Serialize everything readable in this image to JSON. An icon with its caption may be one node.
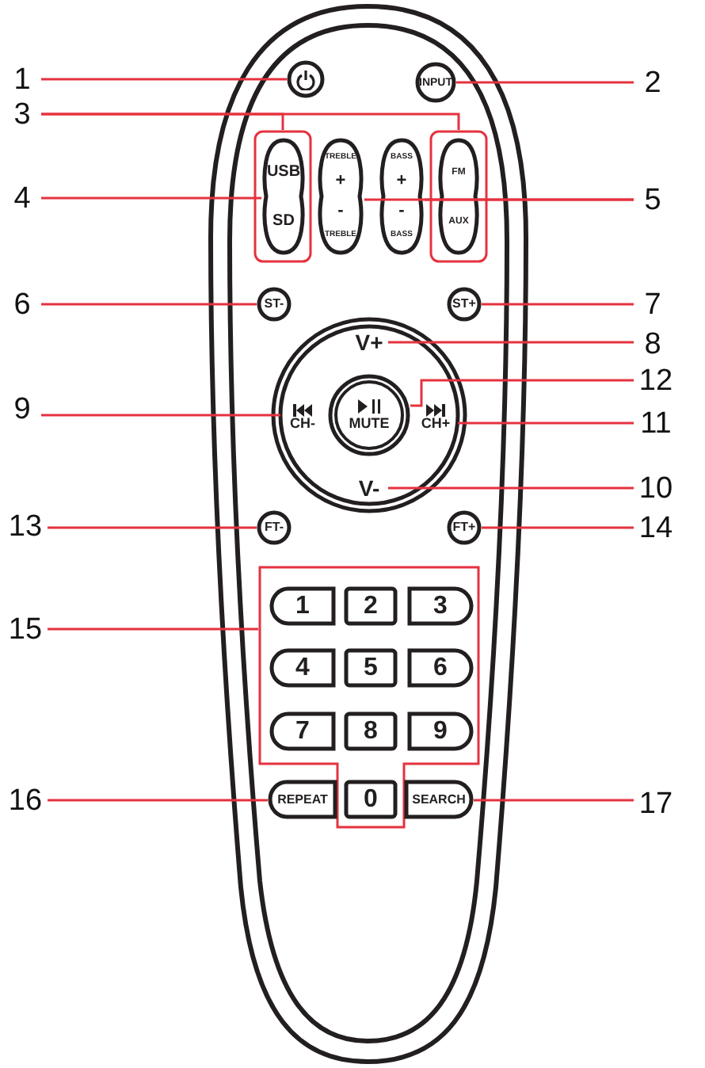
{
  "diagram": {
    "nodes": [
      {
        "text": [
          "1"
        ]
      },
      {
        "text": [],
        "shape": "circle"
      },
      {
        "text": [
          "2"
        ]
      },
      {
        "text": [
          "INPUT"
        ]
      },
      {
        "text": [
          "3"
        ]
      },
      {
        "text": [],
        "shape": "box"
      },
      {
        "text": [],
        "shape": "box"
      },
      {
        "text": [
          "4"
        ]
      },
      {
        "text": [
          "USB",
          "SD"
        ],
        "in": 5
      },
      {
        "text": [
          "TREBLE",
          "+",
          "-",
          "TREBLE"
        ]
      },
      {
        "text": [
          "BASS",
          "+",
          "-",
          "BASS"
        ]
      },
      {
        "text": [
          "FM",
          "AUX"
        ],
        "in": 6
      },
      {
        "text": [
          "5"
        ]
      },
      {
        "text": [
          "6"
        ]
      },
      {
        "text": [
          "ST-"
        ]
      },
      {
        "text": [
          "7"
        ]
      },
      {
        "text": [
          "ST+"
        ]
      },
      {
        "text": [],
        "shape": "circle"
      },
      {
        "text": [
          "V+"
        ],
        "in": 17
      },
      {
        "text": [
          "CH-"
        ],
        "in": 17
      },
      {
        "text": [
          "MUTE"
        ],
        "in": 17
      },
      {
        "text": [
          "CH+"
        ],
        "in": 17
      },
      {
        "text": [
          "V-"
        ],
        "in": 17
      },
      {
        "text": [
          "8"
        ]
      },
      {
        "text": [
          "9"
        ]
      },
      {
        "text": [
          "12"
        ]
      },
      {
        "text": [
          "11"
        ]
      },
      {
        "text": [
          "10"
        ]
      },
      {
        "text": [
          "13"
        ]
      },
      {
        "text": [
          "FT-"
        ]
      },
      {
        "text": [
          "14"
        ]
      },
      {
        "text": [
          "FT+"
        ]
      },
      {
        "text": [
          "15"
        ]
      },
      {
        "text": [],
        "shape": "box"
      },
      {
        "text": [
          "1"
        ],
        "in": 33
      },
      {
        "text": [
          "2"
        ],
        "in": 33
      },
      {
        "text": [
          "3"
        ],
        "in": 33
      },
      {
        "text": [
          "4"
        ],
        "in": 33
      },
      {
        "text": [
          "5"
        ],
        "in": 33
      },
      {
        "text": [
          "6"
        ],
        "in": 33
      },
      {
        "text": [
          "7"
        ],
        "in": 33
      },
      {
        "text": [
          "8"
        ],
        "in": 33
      },
      {
        "text": [
          "9"
        ],
        "in": 33
      },
      {
        "text": [
          "0"
        ],
        "in": 33
      },
      {
        "text": [
          "16"
        ]
      },
      {
        "text": [
          "REPEAT"
        ]
      },
      {
        "text": [
          "17"
        ]
      },
      {
        "text": [
          "SEARCH"
        ]
      }
    ],
    "edges": [
      {
        "from": 0,
        "to": 1,
        "arrow": "none"
      },
      {
        "from": 2,
        "to": 3,
        "arrow": "none"
      },
      {
        "from": 4,
        "to": 5,
        "arrow": "none"
      },
      {
        "from": 4,
        "to": 6,
        "arrow": "none"
      },
      {
        "from": 7,
        "to": 8,
        "arrow": "none"
      },
      {
        "from": 12,
        "to": 10,
        "arrow": "none"
      },
      {
        "from": 12,
        "to": 9,
        "arrow": "none"
      },
      {
        "from": 13,
        "to": 14,
        "arrow": "none"
      },
      {
        "from": 15,
        "to": 16,
        "arrow": "none"
      },
      {
        "from": 23,
        "to": 18,
        "arrow": "none"
      },
      {
        "from": 24,
        "to": 19,
        "arrow": "none"
      },
      {
        "from": 25,
        "to": 20,
        "arrow": "none"
      },
      {
        "from": 26,
        "to": 21,
        "arrow": "none"
      },
      {
        "from": 27,
        "to": 22,
        "arrow": "none"
      },
      {
        "from": 28,
        "to": 29,
        "arrow": "none"
      },
      {
        "from": 30,
        "to": 31,
        "arrow": "none"
      },
      {
        "from": 32,
        "to": 33,
        "arrow": "none"
      },
      {
        "from": 44,
        "to": 45,
        "arrow": "none"
      },
      {
        "from": 46,
        "to": 47,
        "arrow": "none"
      }
    ]
  }
}
